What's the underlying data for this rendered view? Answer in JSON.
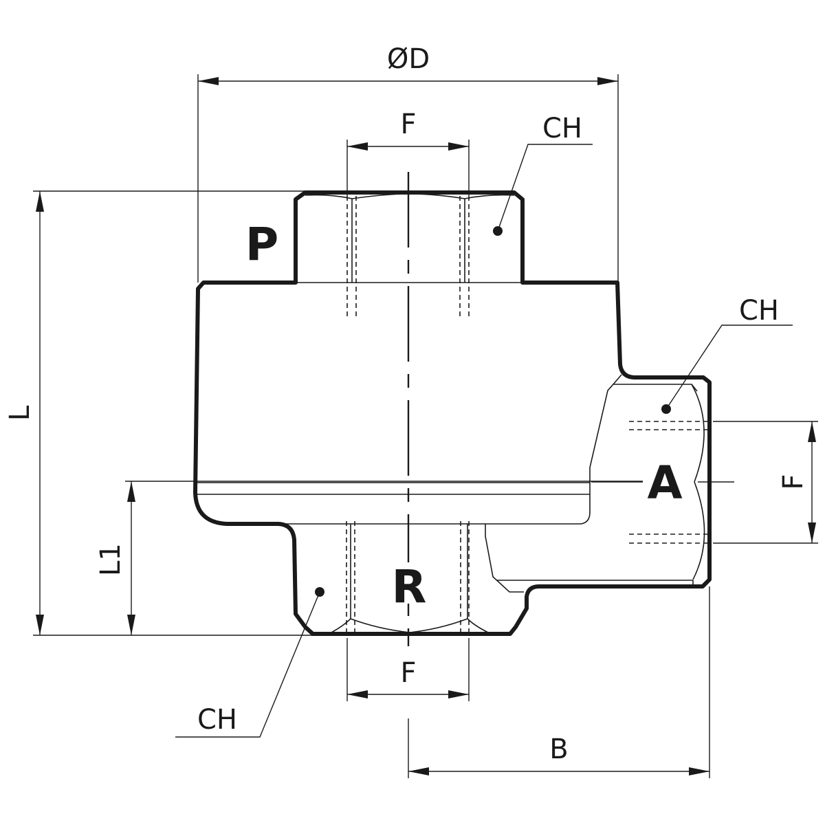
{
  "drawing": {
    "dimensions": {
      "diameter": "ØD",
      "top_port_width": "F",
      "bottom_port_width": "F",
      "side_port_width": "F",
      "overall_length": "L",
      "lower_length": "L1",
      "side_offset": "B"
    },
    "callouts": {
      "top_hex": "CH",
      "side_hex": "CH",
      "bottom_hex": "CH"
    },
    "ports": {
      "top": "P",
      "side": "A",
      "bottom": "R"
    },
    "colors": {
      "line": "#1a1a1a",
      "background": "#ffffff"
    }
  }
}
